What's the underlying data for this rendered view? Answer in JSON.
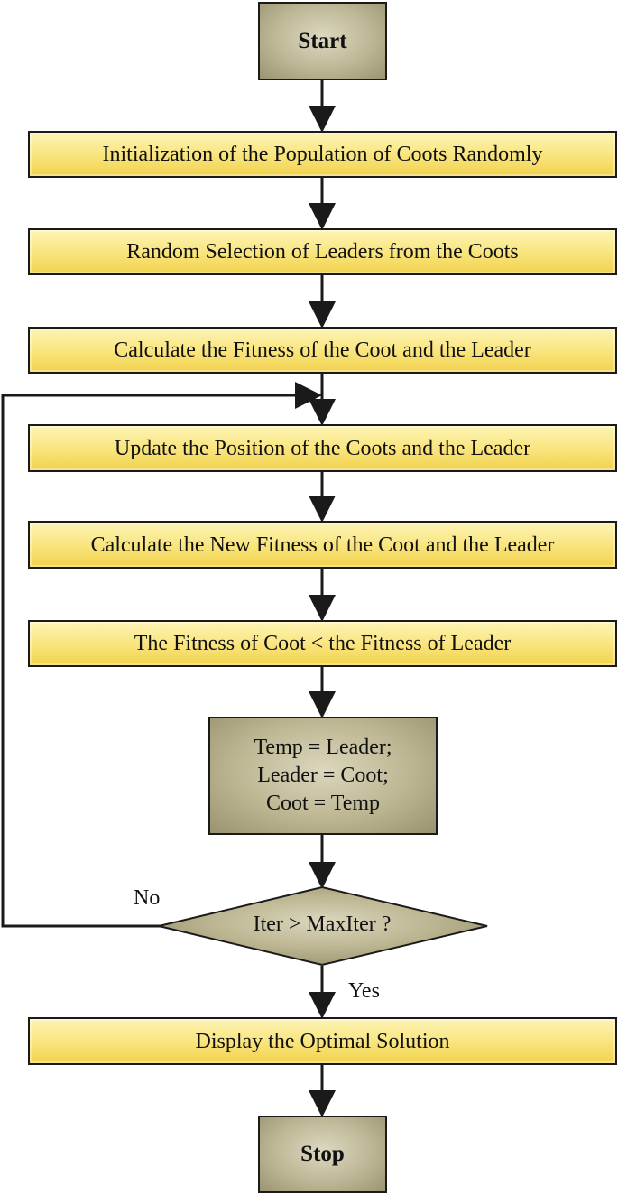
{
  "nodes": {
    "start": "Start",
    "init": "Initialization of the Population of Coots Randomly",
    "select_leaders": "Random Selection of Leaders from the Coots",
    "calc_fitness": "Calculate the Fitness of the Coot and the Leader",
    "update_position": "Update the Position of the Coots and the Leader",
    "calc_new_fitness": "Calculate the New Fitness of the Coot and the Leader",
    "compare_fitness": "The Fitness of Coot < the Fitness of Leader",
    "swap_lines": [
      "Temp = Leader;",
      "Leader = Coot;",
      "Coot = Temp"
    ],
    "decision": "Iter > MaxIter ?",
    "display": "Display the Optimal Solution",
    "stop": "Stop"
  },
  "edges": {
    "no_label": "No",
    "yes_label": "Yes"
  },
  "colors": {
    "process_fill": "#f9e47a",
    "terminal_fill": "#bdb796",
    "decision_fill": "#bcb692",
    "stroke": "#1a1a1a"
  }
}
